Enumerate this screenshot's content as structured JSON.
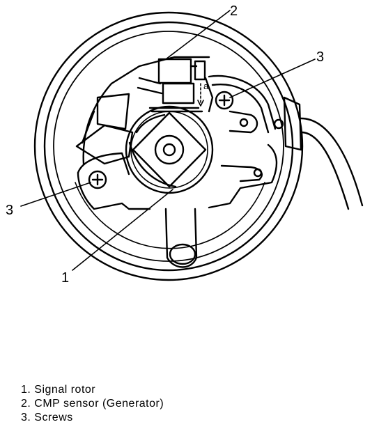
{
  "callouts": {
    "signal_rotor": "1",
    "cmp_sensor": "2",
    "screw_right": "3",
    "screw_left": "3"
  },
  "gap_label": "a",
  "legend": [
    "1. Signal rotor",
    "2. CMP sensor (Generator)",
    "3. Screws"
  ]
}
